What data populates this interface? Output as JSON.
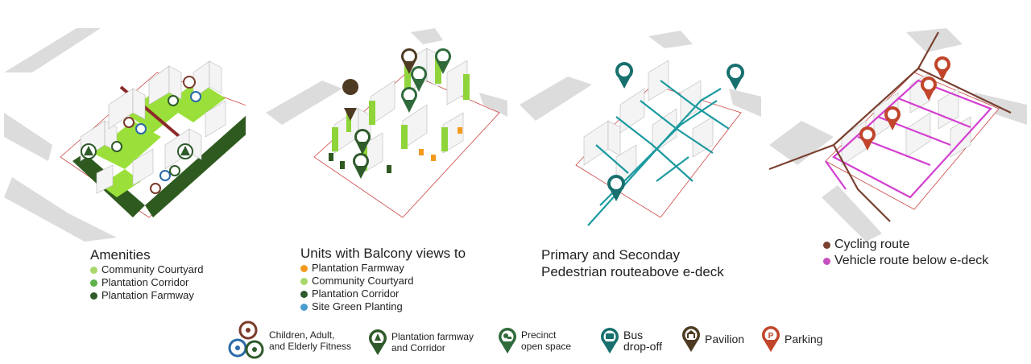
{
  "panels": [
    {
      "id": "amenities",
      "title": "Amenities",
      "items": [
        {
          "label": "Community Courtyard",
          "color": "#a8d86a"
        },
        {
          "label": "Plantation Corridor",
          "color": "#5fb14a"
        },
        {
          "label": "Plantation Farmway",
          "color": "#2f5a2a"
        }
      ]
    },
    {
      "id": "balcony",
      "title": "Units with Balcony views to",
      "items": [
        {
          "label": "Plantation Farmway",
          "color": "#f39a1e"
        },
        {
          "label": "Community Courtyard",
          "color": "#a8d86a"
        },
        {
          "label": "Plantation Corridor",
          "color": "#2f5a2a"
        },
        {
          "label": "Site Green Planting",
          "color": "#4a9ecf"
        }
      ]
    },
    {
      "id": "pedestrian",
      "title_line1": "Primary and Seconday",
      "title_line2": "Pedestrian routeabove e-deck",
      "items": []
    },
    {
      "id": "routes",
      "items": [
        {
          "label": "Cycling route",
          "color": "#7a4030"
        },
        {
          "label": "Vehicle route below e-deck",
          "color": "#c64fc0"
        }
      ]
    }
  ],
  "key": [
    {
      "label_lines": [
        "Children, Adult,",
        "and Elderly Fitness"
      ],
      "icon": "fitness-icon"
    },
    {
      "label_lines": [
        "Plantation farmway",
        "and Corridor"
      ],
      "icon": "tree-pin-icon",
      "color": "#2f5a2a"
    },
    {
      "label_lines": [
        "Precinct",
        "open space"
      ],
      "icon": "open-space-pin-icon",
      "color": "#2f6a3a"
    },
    {
      "label_lines": [
        "Bus",
        "drop-off"
      ],
      "icon": "bus-pin-icon",
      "color": "#17706e"
    },
    {
      "label_lines": [
        "Pavilion"
      ],
      "icon": "pavilion-pin-icon",
      "color": "#4e3a22"
    },
    {
      "label_lines": [
        "Parking"
      ],
      "icon": "parking-pin-icon",
      "color": "#c0452a"
    }
  ],
  "colors": {
    "road": "#dcdcdc",
    "building": "#f2f2f2",
    "building_edge": "#b8b8b8",
    "courtyard": "#9be03a",
    "farmway": "#2e5a1f",
    "pedestrian": "#1c9aa0",
    "cycling": "#7a4030",
    "vehicle": "#d33fd0"
  }
}
